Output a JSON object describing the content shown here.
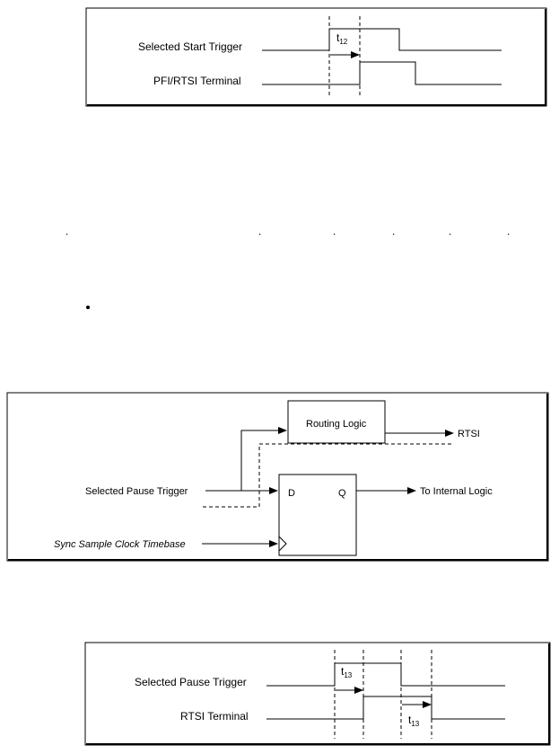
{
  "figure1": {
    "signal1_label": "Selected Start Trigger",
    "signal2_label": "PFI/RTSI Terminal",
    "delay_label": "t",
    "delay_sub": "12"
  },
  "figure2": {
    "input_label": "Selected Pause Trigger",
    "clock_label": "Sync Sample Clock Timebase",
    "routing_box_label": "Routing Logic",
    "rtsi_output_label": "RTSI",
    "ff_d_label": "D",
    "ff_q_label": "Q",
    "internal_output_label": "To Internal Logic"
  },
  "figure3": {
    "signal1_label": "Selected Pause Trigger",
    "signal2_label": "RTSI Terminal",
    "delay1_label": "t",
    "delay1_sub": "13",
    "delay2_label": "t",
    "delay2_sub": "13"
  }
}
